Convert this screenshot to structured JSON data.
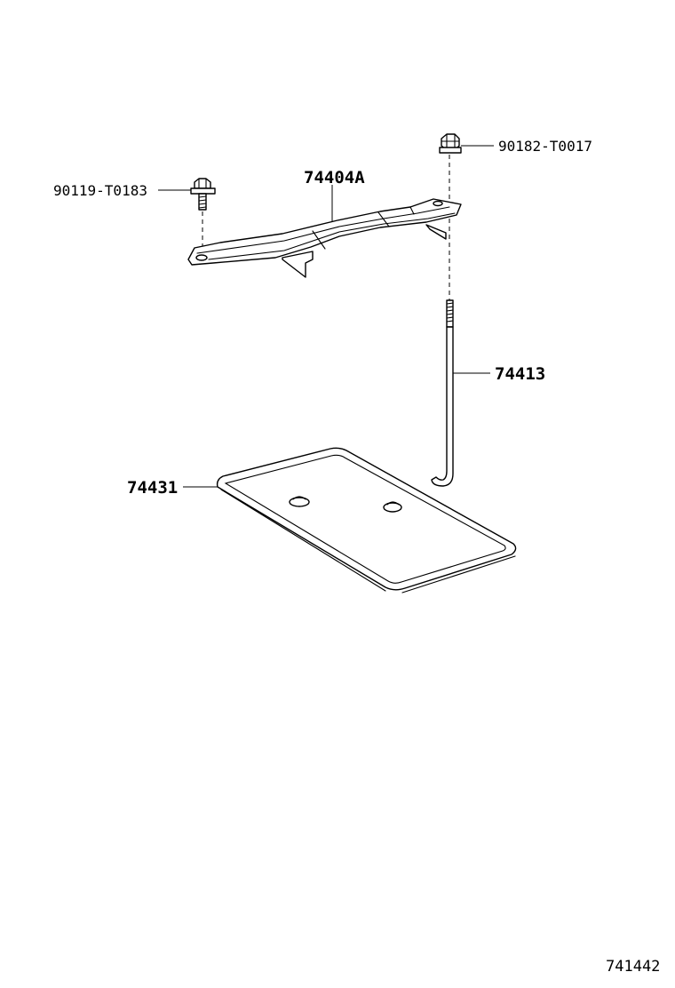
{
  "diagram": {
    "parts": [
      {
        "part_no": "90182-T0017",
        "item": "nut"
      },
      {
        "part_no": "90119-T0183",
        "item": "bolt"
      },
      {
        "part_no": "74404A",
        "item": "battery-hold-down-clamp"
      },
      {
        "part_no": "74413",
        "item": "battery-clamp-rod"
      },
      {
        "part_no": "74431",
        "item": "battery-tray"
      }
    ],
    "illustration_id": "741442"
  }
}
